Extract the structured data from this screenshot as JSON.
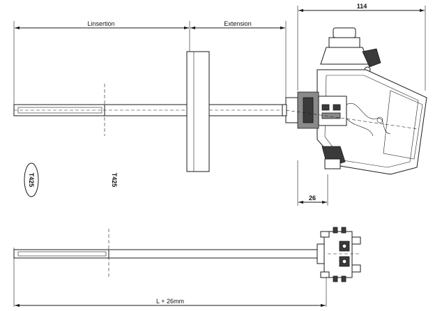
{
  "dimensions": {
    "insertion": "Linsertion",
    "extension": "Extension",
    "head_width": "114",
    "neck": "26",
    "total_length": "L + 26mm"
  },
  "labels": {
    "model_oval": "T425",
    "model_rotated": "T425"
  }
}
